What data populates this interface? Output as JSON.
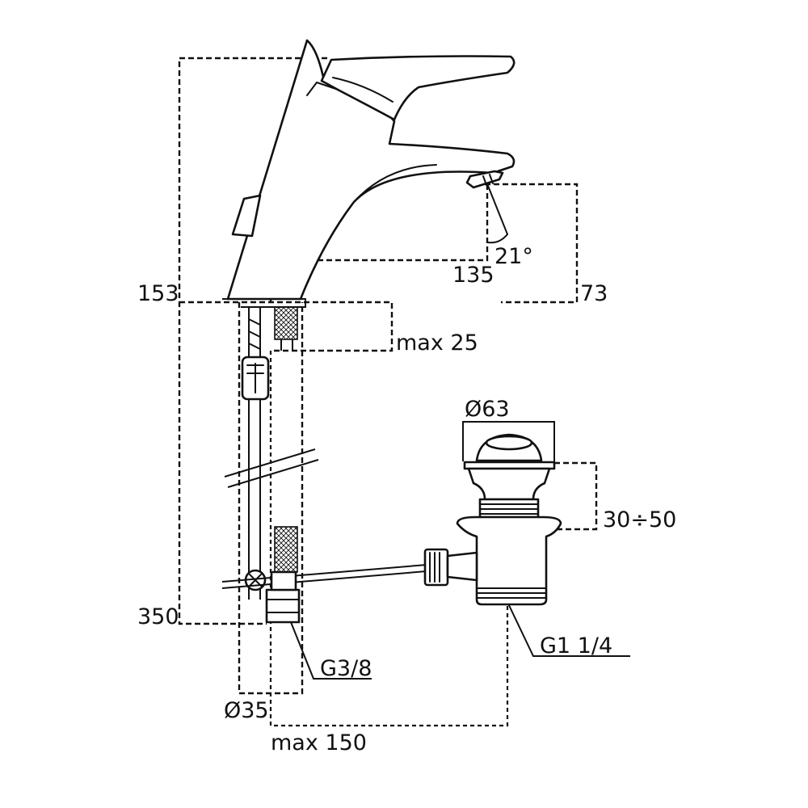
{
  "diagram": {
    "dimensions": {
      "overall_height": "153",
      "spout_reach": "135",
      "spout_height": "73",
      "spout_angle": "21°",
      "deck_thickness": "max 25",
      "supply_length": "350",
      "supply_thread": "G3/8",
      "hole_diameter": "Ø35",
      "waste_offset": "max 150",
      "plug_diameter": "Ø63",
      "plug_lift": "30÷50",
      "waste_thread": "G1 1/4"
    },
    "parts": [
      "faucet-body",
      "lever-handle",
      "spout-aerator",
      "pop-up-rod",
      "supply-hose",
      "waste-plug",
      "waste-body",
      "linkage-rod",
      "linkage-nut",
      "shutoff-nut"
    ]
  }
}
